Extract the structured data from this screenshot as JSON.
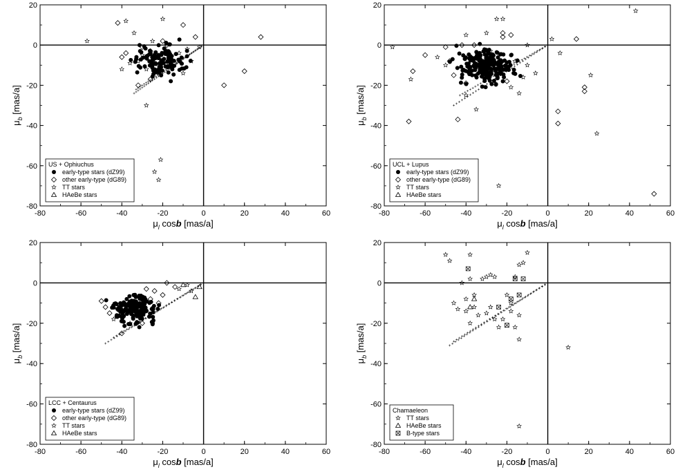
{
  "chart_data": [
    {
      "type": "scatter",
      "title": "",
      "xlabel_parts": [
        "μ",
        "l",
        " cos",
        "b",
        " [mas/a]"
      ],
      "ylabel_parts": [
        "μ",
        "b",
        " [mas/a]"
      ],
      "xlim": [
        -80,
        60
      ],
      "ylim": [
        -80,
        20
      ],
      "xticks": [
        "-80",
        "-60",
        "-40",
        "-20",
        "0",
        "20",
        "40",
        "60"
      ],
      "yticks": [
        "20",
        "0",
        "-20",
        "-40",
        "-60",
        "-80"
      ],
      "legend_title": "US + Ophiuchus",
      "legend_position": "bottom-left",
      "legend": [
        {
          "marker": "filled-circle",
          "label": "early-type stars (dZ99)"
        },
        {
          "marker": "diamond",
          "label": "other early-type (dG89)"
        },
        {
          "marker": "star",
          "label": "TT stars"
        },
        {
          "marker": "triangle",
          "label": "HAeBe stars"
        }
      ],
      "cluster": {
        "cx": -22,
        "cy": -8,
        "sx": 6,
        "sy": 4,
        "n": 120
      },
      "series": [
        {
          "marker": "diamond",
          "points": [
            [
              -42,
              11
            ],
            [
              -10,
              10
            ],
            [
              -4,
              4
            ],
            [
              28,
              4
            ],
            [
              -20,
              2
            ],
            [
              -18,
              0
            ],
            [
              -38,
              -4
            ],
            [
              -30,
              -1
            ],
            [
              -26,
              -3
            ],
            [
              20,
              -13
            ],
            [
              10,
              -20
            ],
            [
              -32,
              -20
            ],
            [
              -26,
              -17
            ],
            [
              -14,
              -9
            ],
            [
              -40,
              -6
            ]
          ]
        },
        {
          "marker": "star",
          "points": [
            [
              -57,
              2
            ],
            [
              -38,
              12
            ],
            [
              -20,
              13
            ],
            [
              -34,
              6
            ],
            [
              -25,
              2
            ],
            [
              -30,
              -5
            ],
            [
              -36,
              -9
            ],
            [
              -28,
              -12
            ],
            [
              -22,
              -14
            ],
            [
              -16,
              -11
            ],
            [
              -10,
              -14
            ],
            [
              -6,
              -8
            ],
            [
              -28,
              -30
            ],
            [
              -24,
              -63
            ],
            [
              -21,
              -57
            ],
            [
              -22,
              -67
            ],
            [
              -40,
              -12
            ],
            [
              -12,
              -4
            ],
            [
              -8,
              -2
            ],
            [
              -32,
              -8
            ],
            [
              -18,
              -3
            ],
            [
              -2,
              -1
            ]
          ]
        },
        {
          "marker": "triangle",
          "points": []
        }
      ],
      "cross_lines": [
        {
          "from": [
            -34,
            -24
          ],
          "to": [
            0,
            0
          ]
        },
        {
          "from": [
            -33,
            -22
          ],
          "to": [
            0,
            0
          ]
        }
      ]
    },
    {
      "type": "scatter",
      "title": "",
      "xlabel_parts": [
        "μ",
        "l",
        " cos",
        "b",
        " [mas/a]"
      ],
      "ylabel_parts": [
        "μ",
        "b",
        " [mas/a]"
      ],
      "xlim": [
        -80,
        60
      ],
      "ylim": [
        -80,
        20
      ],
      "xticks": [
        "-80",
        "-60",
        "-40",
        "-20",
        "0",
        "20",
        "40",
        "60"
      ],
      "yticks": [
        "20",
        "0",
        "-20",
        "-40",
        "-60",
        "-80"
      ],
      "legend_title": "UCL + Lupus",
      "legend_position": "bottom-left",
      "legend": [
        {
          "marker": "filled-circle",
          "label": "early-type stars (dZ99)"
        },
        {
          "marker": "diamond",
          "label": "other early-type (dG89)"
        },
        {
          "marker": "star",
          "label": "TT stars"
        },
        {
          "marker": "triangle",
          "label": "HAeBe stars"
        }
      ],
      "cluster": {
        "cx": -30,
        "cy": -10,
        "sx": 6,
        "sy": 4,
        "n": 220
      },
      "series": [
        {
          "marker": "diamond",
          "points": [
            [
              -22,
              6
            ],
            [
              -22,
              4
            ],
            [
              -18,
              5
            ],
            [
              14,
              3
            ],
            [
              -60,
              -5
            ],
            [
              -66,
              -13
            ],
            [
              -68,
              -38
            ],
            [
              -44,
              -37
            ],
            [
              -46,
              -15
            ],
            [
              -40,
              -19
            ],
            [
              -48,
              -8
            ],
            [
              -36,
              0
            ],
            [
              -42,
              0
            ],
            [
              -50,
              -1
            ],
            [
              5,
              -33
            ],
            [
              5,
              -39
            ],
            [
              18,
              -21
            ],
            [
              18,
              -23
            ],
            [
              52,
              -74
            ],
            [
              -24,
              -13
            ],
            [
              -20,
              -18
            ]
          ]
        },
        {
          "marker": "star",
          "points": [
            [
              -76,
              -1
            ],
            [
              -22,
              13
            ],
            [
              -25,
              13
            ],
            [
              -30,
              6
            ],
            [
              -40,
              5
            ],
            [
              -10,
              0
            ],
            [
              2,
              3
            ],
            [
              6,
              -4
            ],
            [
              43,
              17
            ],
            [
              21,
              -15
            ],
            [
              24,
              -44
            ],
            [
              -24,
              -70
            ],
            [
              -67,
              -17
            ],
            [
              -50,
              -10
            ],
            [
              -35,
              -32
            ],
            [
              -40,
              -25
            ],
            [
              -14,
              -24
            ],
            [
              -18,
              -21
            ],
            [
              -12,
              -16
            ],
            [
              -10,
              -10
            ],
            [
              -6,
              -14
            ],
            [
              -16,
              -8
            ],
            [
              -54,
              -6
            ],
            [
              -28,
              -3
            ]
          ]
        },
        {
          "marker": "triangle",
          "points": []
        }
      ],
      "cross_lines": [
        {
          "from": [
            -46,
            -30
          ],
          "to": [
            0,
            0
          ]
        },
        {
          "from": [
            -43,
            -25
          ],
          "to": [
            0,
            0
          ]
        }
      ]
    },
    {
      "type": "scatter",
      "title": "",
      "xlabel_parts": [
        "μ",
        "l",
        " cos",
        "b",
        " [mas/a]"
      ],
      "ylabel_parts": [
        "μ",
        "b",
        " [mas/a]"
      ],
      "xlim": [
        -80,
        60
      ],
      "ylim": [
        -80,
        20
      ],
      "xticks": [
        "-80",
        "-60",
        "-40",
        "-20",
        "0",
        "20",
        "40",
        "60"
      ],
      "yticks": [
        "20",
        "0",
        "-20",
        "-40",
        "-60",
        "-80"
      ],
      "legend_title": "LCC + Centaurus",
      "legend_position": "bottom-left",
      "legend": [
        {
          "marker": "filled-circle",
          "label": "early-type stars (dZ99)"
        },
        {
          "marker": "diamond",
          "label": "other early-type (dG89)"
        },
        {
          "marker": "star",
          "label": "TT stars"
        },
        {
          "marker": "triangle",
          "label": "HAeBe stars"
        }
      ],
      "cluster": {
        "cx": -34,
        "cy": -13,
        "sx": 5,
        "sy": 3.5,
        "n": 160
      },
      "series": [
        {
          "marker": "diamond",
          "points": [
            [
              -50,
              -9
            ],
            [
              -48,
              -12
            ],
            [
              -46,
              -15
            ],
            [
              -40,
              -25
            ],
            [
              -28,
              -3
            ],
            [
              -24,
              -4
            ],
            [
              -20,
              -6
            ],
            [
              -18,
              0
            ],
            [
              -14,
              -2
            ],
            [
              -26,
              -8
            ],
            [
              -22,
              -10
            ],
            [
              -30,
              -20
            ]
          ]
        },
        {
          "marker": "star",
          "points": [
            [
              -44,
              -18
            ],
            [
              -12,
              -3
            ],
            [
              -6,
              -4
            ],
            [
              -8,
              -1
            ],
            [
              -36,
              -20
            ]
          ]
        },
        {
          "marker": "triangle",
          "points": [
            [
              -10,
              -1
            ],
            [
              -4,
              -7
            ],
            [
              -2,
              -2
            ]
          ]
        }
      ],
      "cross_lines": [
        {
          "from": [
            -48,
            -30
          ],
          "to": [
            0,
            0
          ]
        },
        {
          "from": [
            -44,
            -27
          ],
          "to": [
            0,
            0
          ]
        }
      ]
    },
    {
      "type": "scatter",
      "title": "",
      "xlabel_parts": [
        "μ",
        "l",
        " cos",
        "b",
        " [mas/a]"
      ],
      "ylabel_parts": [
        "μ",
        "b",
        " [mas/a]"
      ],
      "xlim": [
        -80,
        60
      ],
      "ylim": [
        -80,
        20
      ],
      "xticks": [
        "-80",
        "-60",
        "-40",
        "-20",
        "0",
        "20",
        "40",
        "60"
      ],
      "yticks": [
        "20",
        "0",
        "-20",
        "-40",
        "-60",
        "-80"
      ],
      "legend_title": "Chamaeleon",
      "legend_position": "bottom-left",
      "legend": [
        {
          "marker": "star",
          "label": "TT stars"
        },
        {
          "marker": "triangle",
          "label": "HAeBe stars"
        },
        {
          "marker": "boxed-x",
          "label": "B-type stars"
        }
      ],
      "cluster": null,
      "series": [
        {
          "marker": "star",
          "points": [
            [
              -50,
              14
            ],
            [
              -48,
              11
            ],
            [
              -38,
              14
            ],
            [
              -10,
              15
            ],
            [
              -14,
              9
            ],
            [
              -12,
              10
            ],
            [
              -16,
              3
            ],
            [
              -30,
              3
            ],
            [
              -28,
              4
            ],
            [
              -26,
              3
            ],
            [
              -32,
              2
            ],
            [
              -38,
              2
            ],
            [
              -42,
              0
            ],
            [
              -46,
              -10
            ],
            [
              -44,
              -13
            ],
            [
              -40,
              -8
            ],
            [
              -36,
              -12
            ],
            [
              -34,
              -16
            ],
            [
              -38,
              -20
            ],
            [
              -30,
              -15
            ],
            [
              -28,
              -12
            ],
            [
              -26,
              -18
            ],
            [
              -24,
              -22
            ],
            [
              -22,
              -18
            ],
            [
              -18,
              -10
            ],
            [
              -20,
              -6
            ],
            [
              -14,
              -16
            ],
            [
              -16,
              -22
            ],
            [
              -14,
              -28
            ],
            [
              -14,
              -71
            ],
            [
              10,
              -32
            ],
            [
              -18,
              -14
            ],
            [
              -40,
              -14
            ],
            [
              -36,
              -6
            ]
          ]
        },
        {
          "marker": "triangle",
          "points": [
            [
              -36,
              -8
            ],
            [
              -38,
              -12
            ]
          ]
        },
        {
          "marker": "boxed-x",
          "points": [
            [
              -39,
              7
            ],
            [
              -20,
              -21
            ],
            [
              -24,
              -12
            ],
            [
              -18,
              -8
            ],
            [
              -14,
              -6
            ],
            [
              -16,
              2
            ],
            [
              -12,
              2
            ]
          ]
        }
      ],
      "cross_lines": [
        {
          "from": [
            -48,
            -31
          ],
          "to": [
            0,
            0
          ]
        },
        {
          "from": [
            -46,
            -29
          ],
          "to": [
            0,
            0
          ]
        }
      ]
    }
  ]
}
